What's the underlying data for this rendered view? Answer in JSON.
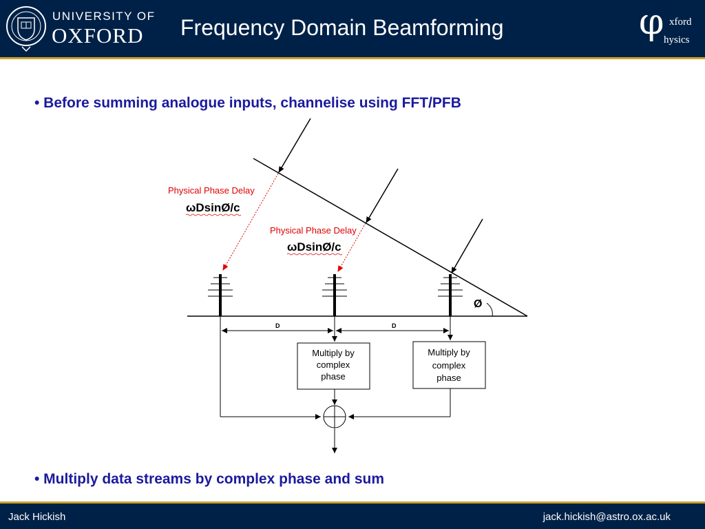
{
  "header": {
    "university_line1": "UNIVERSITY OF",
    "university_line2": "OXFORD",
    "title": "Frequency Domain Beamforming",
    "physics_logo": {
      "symbol": "φ",
      "line1": "xford",
      "line2": "hysics"
    }
  },
  "bullets": [
    "• Before summing analogue inputs, channelise using FFT/PFB",
    "• Multiply data streams by complex phase and sum"
  ],
  "diagram": {
    "delay_label": "Physical Phase Delay",
    "delay_formula": "ωDsinØ/c",
    "angle_label": "Ø",
    "spacing_label": "D",
    "box_line1": "Multiply by",
    "box_line2": "complex",
    "box_line3": "phase",
    "colors": {
      "delay": "#e00000",
      "lines": "#000000"
    }
  },
  "footer": {
    "author": "Jack Hickish",
    "email": "jack.hickish@astro.ox.ac.uk"
  }
}
